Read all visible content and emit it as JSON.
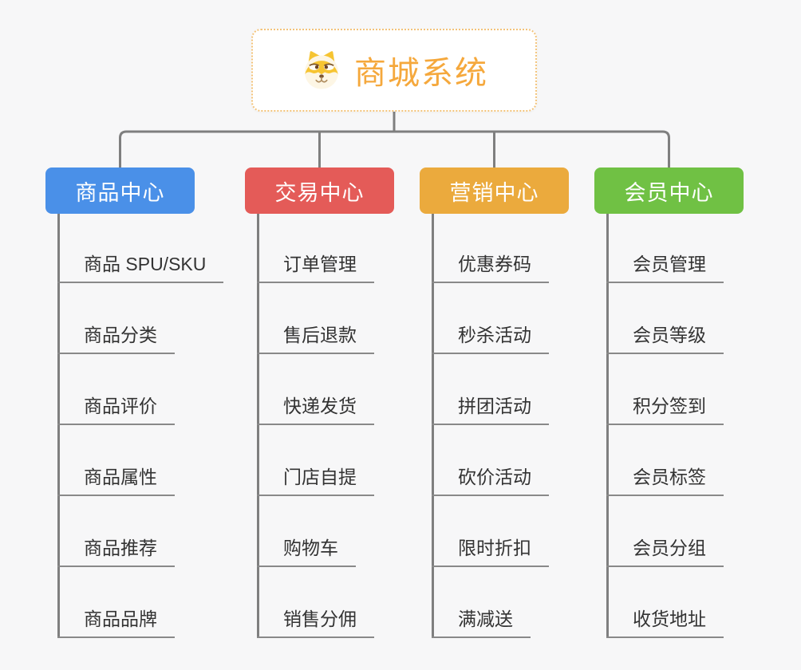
{
  "page": {
    "background": "#f7f7f8",
    "connector_color": "#7f7f7f",
    "leaf_text_color": "#333333"
  },
  "root": {
    "label": "商城系统",
    "text_color": "#f5a83c",
    "border_color": "#f3c37a",
    "icon": "dog-icon"
  },
  "branches": [
    {
      "label": "商品中心",
      "color": "#4a90e8",
      "items": [
        "商品 SPU/SKU",
        "商品分类",
        "商品评价",
        "商品属性",
        "商品推荐",
        "商品品牌"
      ]
    },
    {
      "label": "交易中心",
      "color": "#e45b58",
      "items": [
        "订单管理",
        "售后退款",
        "快递发货",
        "门店自提",
        "购物车",
        "销售分佣"
      ]
    },
    {
      "label": "营销中心",
      "color": "#ebaa3d",
      "items": [
        "优惠券码",
        "秒杀活动",
        "拼团活动",
        "砍价活动",
        "限时折扣",
        "满减送"
      ]
    },
    {
      "label": "会员中心",
      "color": "#70c144",
      "items": [
        "会员管理",
        "会员等级",
        "积分签到",
        "会员标签",
        "会员分组",
        "收货地址"
      ]
    }
  ]
}
